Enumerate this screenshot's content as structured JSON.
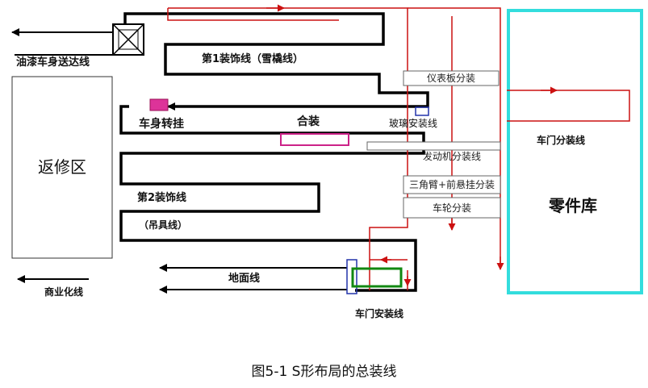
{
  "diagram": {
    "labels": {
      "paint_conveyor": "油漆车身送达线",
      "trim1": "第1装饰线（雪橇线）",
      "instrument_panel": "仪表板分装",
      "body_transfer": "车身转挂",
      "marriage": "合装",
      "glass_install": "玻璃安装线",
      "engine_sub": "发动机分装线",
      "strut_sub": "三角臂+前悬挂分装",
      "wheel_sub": "车轮分装",
      "trim2": "第2装饰线",
      "trim2_sub": "（吊具线）",
      "ground_line": "地面线",
      "commercial": "商业化线",
      "door_install": "车门安装线",
      "door_sub": "车门分装线",
      "parts_store": "零件库",
      "repair_area": "返修区"
    },
    "colors": {
      "main_line": "#000000",
      "door_flow": "#cc1111",
      "parts_store_border": "#33dddd",
      "marriage_box": "#cc2288",
      "door_install_box": "#118811",
      "glass_marker": "#2233aa"
    }
  },
  "caption": "图5-1  S形布局的总装线"
}
